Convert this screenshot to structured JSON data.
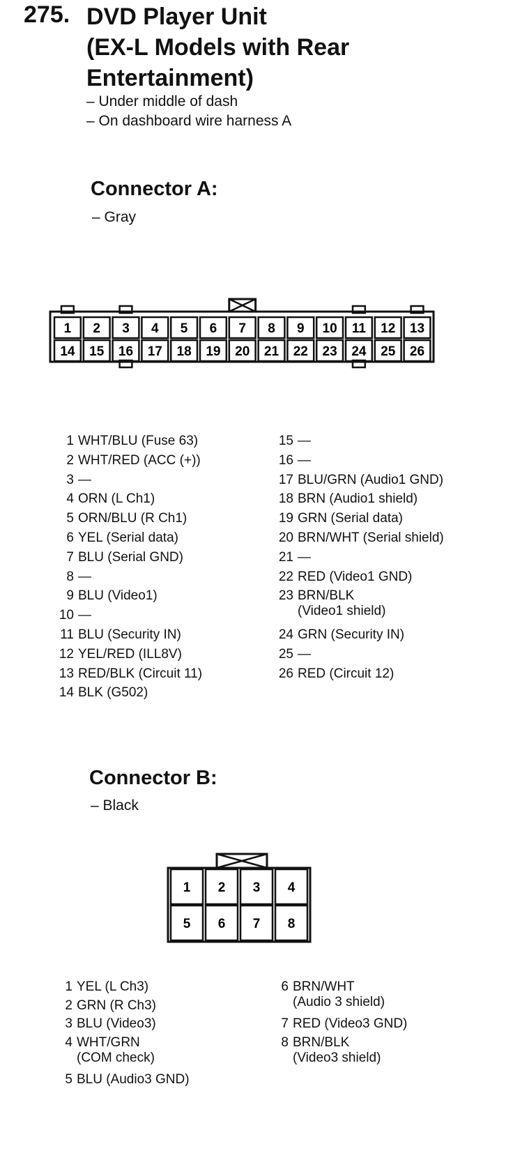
{
  "heading": {
    "number": "275.",
    "title_lines": [
      "DVD Player Unit",
      "(EX-L Models with Rear",
      "Entertainment)"
    ],
    "locations": [
      "– Under middle of dash",
      "– On dashboard wire harness A"
    ]
  },
  "connector_a": {
    "title": "Connector A:",
    "color": "– Gray",
    "row1": [
      "1",
      "2",
      "3",
      "4",
      "5",
      "6",
      "7",
      "8",
      "9",
      "10",
      "11",
      "12",
      "13"
    ],
    "row2": [
      "14",
      "15",
      "16",
      "17",
      "18",
      "19",
      "20",
      "21",
      "22",
      "23",
      "24",
      "25",
      "26"
    ],
    "pins_left": [
      {
        "n": "1",
        "text": "WHT/BLU (Fuse 63)"
      },
      {
        "n": "2",
        "text": "WHT/RED (ACC (+))"
      },
      {
        "n": "3",
        "text": "—"
      },
      {
        "n": "4",
        "text": "ORN (L Ch1)"
      },
      {
        "n": "5",
        "text": "ORN/BLU (R Ch1)"
      },
      {
        "n": "6",
        "text": "YEL (Serial data)"
      },
      {
        "n": "7",
        "text": "BLU (Serial GND)"
      },
      {
        "n": "8",
        "text": "—"
      },
      {
        "n": "9",
        "text": "BLU (Video1)"
      },
      {
        "n": "10",
        "text": "—"
      },
      {
        "n": "11",
        "text": "BLU (Security IN)"
      },
      {
        "n": "12",
        "text": "YEL/RED (ILL8V)"
      },
      {
        "n": "13",
        "text": "RED/BLK (Circuit 11)"
      },
      {
        "n": "14",
        "text": "BLK (G502)"
      }
    ],
    "pins_right": [
      {
        "n": "15",
        "text": "—"
      },
      {
        "n": "16",
        "text": "—"
      },
      {
        "n": "17",
        "text": "BLU/GRN (Audio1 GND)"
      },
      {
        "n": "18",
        "text": "BRN (Audio1 shield)"
      },
      {
        "n": "19",
        "text": "GRN (Serial data)"
      },
      {
        "n": "20",
        "text": "BRN/WHT (Serial shield)"
      },
      {
        "n": "21",
        "text": "—"
      },
      {
        "n": "22",
        "text": "RED (Video1 GND)"
      },
      {
        "n": "23",
        "text": "BRN/BLK",
        "cont": "(Video1 shield)"
      },
      {
        "n": "24",
        "text": "GRN (Security IN)"
      },
      {
        "n": "25",
        "text": "—"
      },
      {
        "n": "26",
        "text": "RED (Circuit 12)"
      }
    ]
  },
  "connector_b": {
    "title": "Connector B:",
    "color": "– Black",
    "row1": [
      "1",
      "2",
      "3",
      "4"
    ],
    "row2": [
      "5",
      "6",
      "7",
      "8"
    ],
    "pins_left": [
      {
        "n": "1",
        "text": "YEL (L Ch3)"
      },
      {
        "n": "2",
        "text": "GRN (R Ch3)"
      },
      {
        "n": "3",
        "text": "BLU (Video3)"
      },
      {
        "n": "4",
        "text": "WHT/GRN",
        "cont": "(COM check)"
      },
      {
        "n": "5",
        "text": "BLU (Audio3 GND)"
      }
    ],
    "pins_right": [
      {
        "n": "6",
        "text": "BRN/WHT",
        "cont": "(Audio 3 shield)"
      },
      {
        "n": "7",
        "text": "RED (Video3 GND)"
      },
      {
        "n": "8",
        "text": "BRN/BLK",
        "cont": "(Video3 shield)"
      }
    ]
  }
}
